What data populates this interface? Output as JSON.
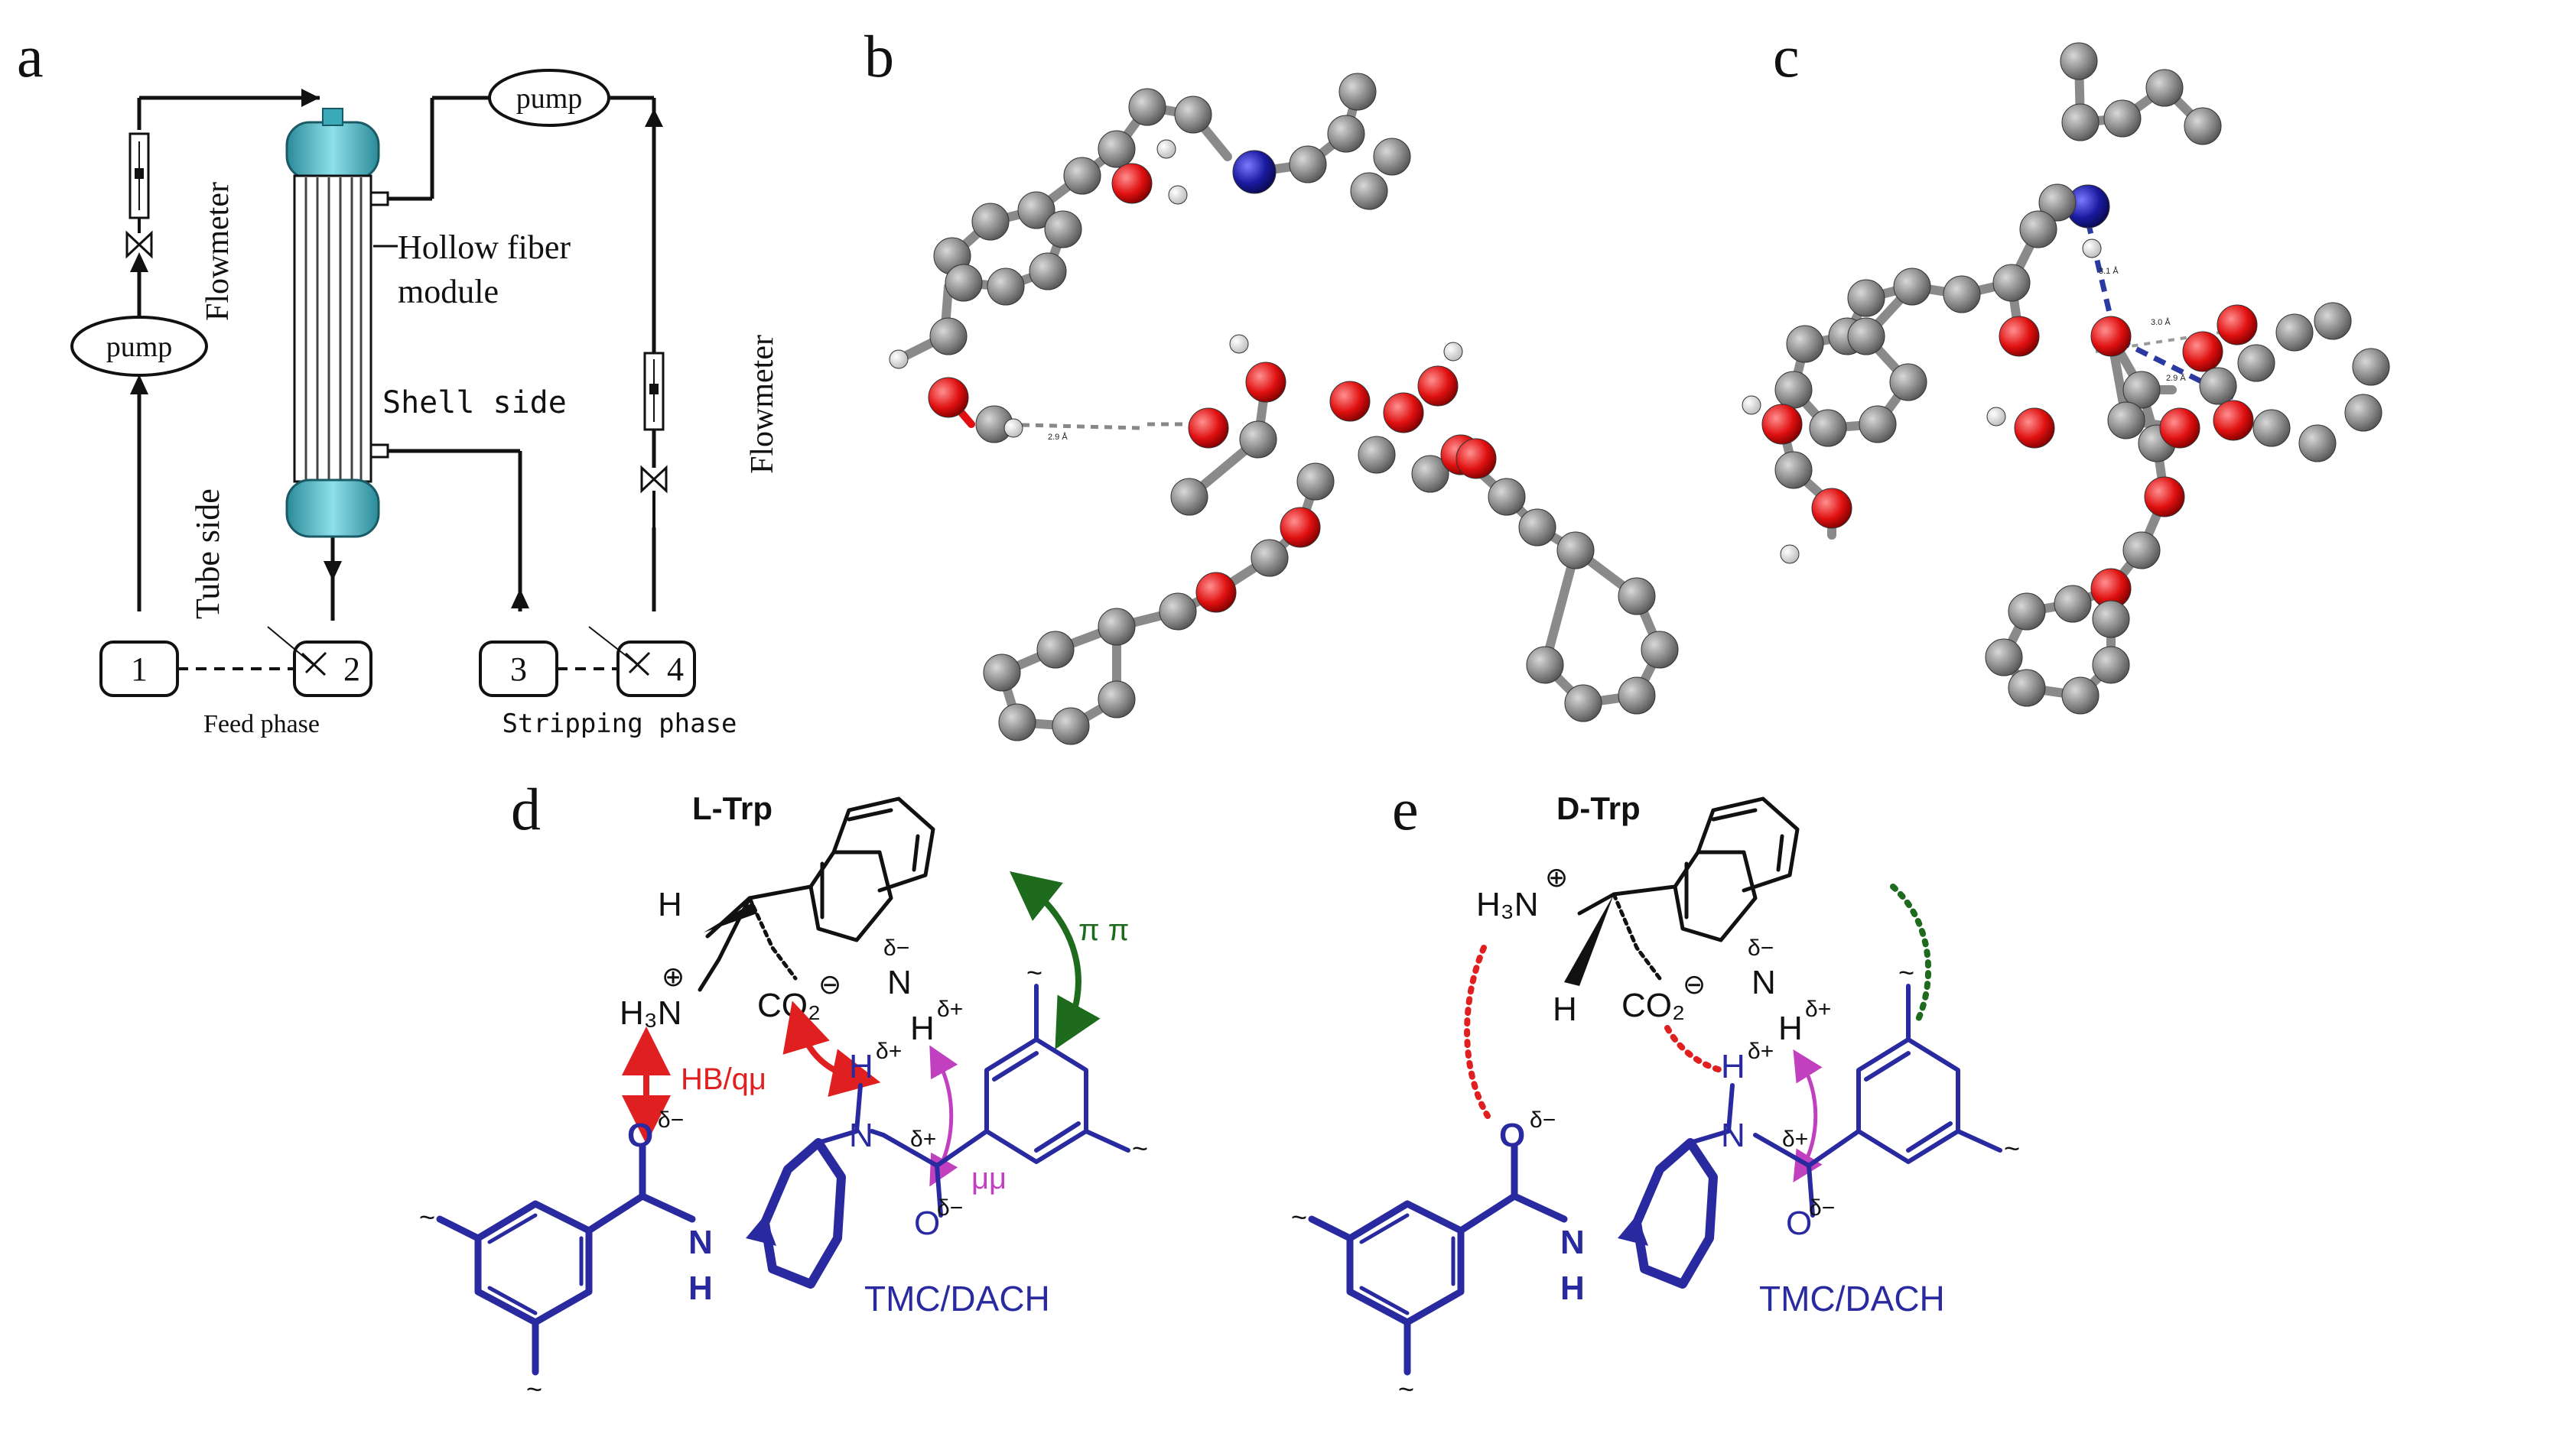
{
  "panel_a": {
    "letter": "a",
    "pump_left": "pump",
    "pump_top": "pump",
    "flowmeter_label": "Flowmeter",
    "flowmeter_label_right": "Flowmeter",
    "hollow_fiber_line1": "Hollow fiber",
    "hollow_fiber_line2": "module",
    "shell_side": "Shell side",
    "tube_side": "Tube side",
    "node1": "1",
    "node2": "2",
    "node3": "3",
    "node4": "4",
    "feed_phase": "Feed phase",
    "stripping_phase": "Stripping phase"
  },
  "panel_b": {
    "letter": "b",
    "dist_label": "2.9 Å"
  },
  "panel_c": {
    "letter": "c",
    "dist1": "3.1 Å",
    "dist2": "3.0 Å",
    "dist3": "2.9 Å"
  },
  "panel_d": {
    "letter": "d",
    "title": "L-Trp",
    "H": "H",
    "H3N": "H₃N",
    "plus": "⊕",
    "co2": "CO₂",
    "minus": "⊖",
    "N": "N",
    "delta_minus": "δ−",
    "delta_plus": "δ+",
    "pi_pi": "π π",
    "hb": "HB/qμ",
    "mu_mu": "μμ",
    "O": "O",
    "tmc": "TMC/DACH",
    "tilde": "~"
  },
  "panel_e": {
    "letter": "e",
    "title": "D-Trp",
    "H": "H",
    "H3N": "H₃N",
    "plus": "⊕",
    "co2": "CO₂",
    "minus": "⊖",
    "N": "N",
    "delta_minus": "δ−",
    "delta_plus": "δ+",
    "O": "O",
    "tmc": "TMC/DACH",
    "tilde": "~"
  },
  "colors": {
    "carbon": "#8a8a8a",
    "oxygen": "#e01010",
    "nitrogen": "#1a1aa0",
    "module": "#3aaab8",
    "blue_struct": "#2a2aa0",
    "red_arrow": "#e02020",
    "green_arrow": "#1e6b1e",
    "magenta_arrow": "#c040c0"
  }
}
